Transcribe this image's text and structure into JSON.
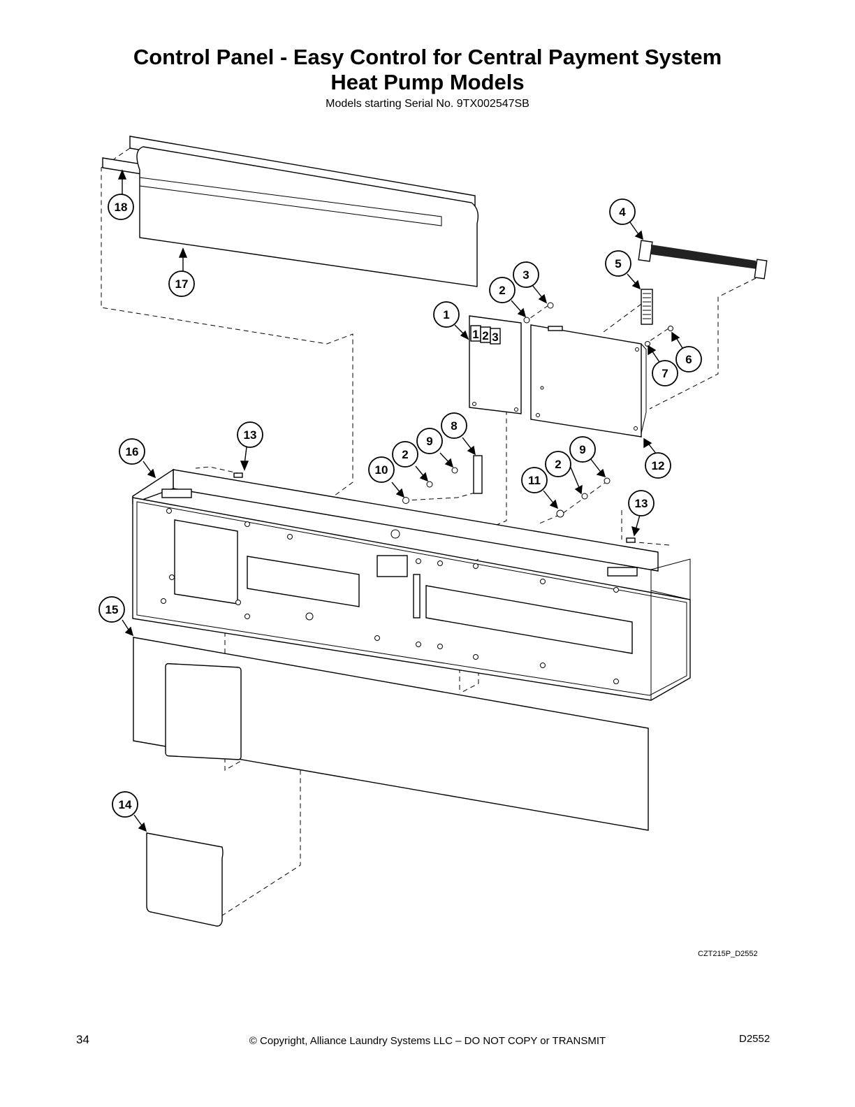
{
  "title_line1": "Control Panel - Easy Control for Central Payment System",
  "title_line2": "Heat Pump Models",
  "subtitle": "Models starting Serial No. 9TX002547SB",
  "drawing_code": "CZT215P_D2552",
  "footer": {
    "page_number": "34",
    "copyright": "© Copyright, Alliance Laundry Systems LLC – DO NOT COPY or TRANSMIT",
    "doc_code": "D2552"
  },
  "keypad_digits": [
    "1",
    "2",
    "3"
  ],
  "callouts": [
    "1",
    "2",
    "3",
    "4",
    "5",
    "6",
    "7",
    "8",
    "9",
    "10",
    "11",
    "12",
    "13",
    "14",
    "15",
    "16",
    "17",
    "18",
    "2",
    "2",
    "9",
    "13"
  ]
}
